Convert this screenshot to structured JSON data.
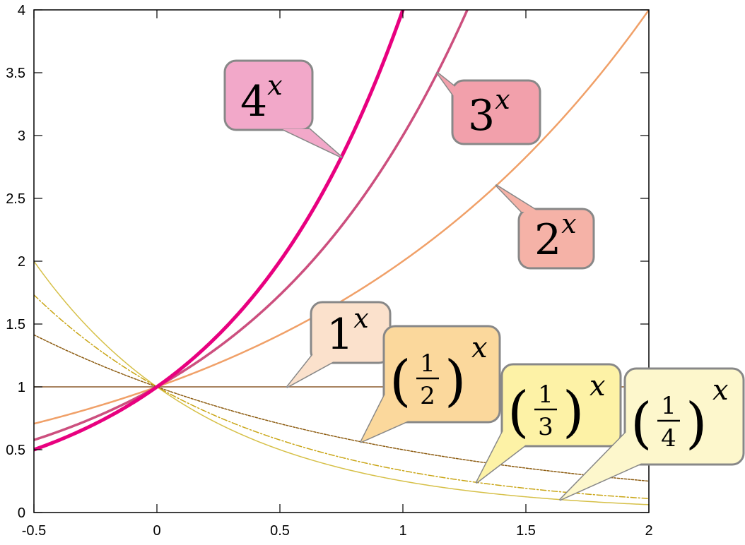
{
  "chart_data": {
    "type": "line",
    "title": "",
    "xlabel": "",
    "ylabel": "",
    "xlim": [
      -0.5,
      2
    ],
    "ylim": [
      0,
      4
    ],
    "grid": false,
    "legend": "none",
    "x_ticks": [
      "-0.5",
      "0",
      "0.5",
      "1",
      "1.5",
      "2"
    ],
    "x_tick_values": [
      -0.5,
      0,
      0.5,
      1,
      1.5,
      2
    ],
    "y_ticks": [
      "0",
      "0.5",
      "1",
      "1.5",
      "2",
      "2.5",
      "3",
      "3.5",
      "4"
    ],
    "y_tick_values": [
      0,
      0.5,
      1,
      1.5,
      2,
      2.5,
      3,
      3.5,
      4
    ],
    "x": [
      -0.5,
      -0.25,
      0,
      0.25,
      0.5,
      0.75,
      1,
      1.25,
      1.5,
      1.75,
      2
    ],
    "series": [
      {
        "base": 4,
        "values": [
          0.5,
          0.707,
          1,
          1.414,
          2,
          2.828,
          4
        ],
        "color": "#e8007f",
        "width": 5,
        "dash": "",
        "label_base": "4",
        "label_exp": "x",
        "callout_color": "#f2a8c9",
        "anchor_x": 0.75
      },
      {
        "base": 3,
        "values": [
          0.577,
          0.76,
          1,
          1.316,
          1.732,
          2.28,
          3,
          3.948
        ],
        "color": "#cc4f7e",
        "width": 3.5,
        "dash": "",
        "label_base": "3",
        "label_exp": "x",
        "callout_color": "#f2a0ab",
        "anchor_x": 1.14
      },
      {
        "base": 2,
        "values": [
          0.707,
          0.841,
          1,
          1.189,
          1.414,
          1.682,
          2,
          2.378,
          2.828,
          3.364,
          4
        ],
        "color": "#f0a068",
        "width": 2.5,
        "dash": "",
        "label_base": "2",
        "label_exp": "x",
        "callout_color": "#f5b2a7",
        "anchor_x": 1.38
      },
      {
        "base": 1,
        "values": [
          1,
          1,
          1,
          1,
          1,
          1,
          1,
          1,
          1,
          1,
          1
        ],
        "color": "#8a5a2b",
        "width": 1.5,
        "dash": "",
        "label_base": "1",
        "label_exp": "x",
        "callout_color": "#fbe1cc",
        "anchor_x": 0.53
      },
      {
        "base": 0.5,
        "values": [
          1.414,
          1.189,
          1,
          0.841,
          0.707,
          0.595,
          0.5,
          0.42,
          0.354,
          0.297,
          0.25
        ],
        "color": "#8b5a0e",
        "width": 1.5,
        "dash": "3,2",
        "label_num": "1",
        "label_den": "2",
        "label_exp": "x",
        "callout_color": "#fbd89c",
        "anchor_x": 0.83
      },
      {
        "base": 0.3333,
        "values": [
          1.732,
          1.316,
          1,
          0.76,
          0.577,
          0.439,
          0.333,
          0.253,
          0.192,
          0.146,
          0.111
        ],
        "color": "#c9a515",
        "width": 1.5,
        "dash": "8,3,2,3",
        "label_num": "1",
        "label_den": "3",
        "label_exp": "x",
        "callout_color": "#fdf2a6",
        "anchor_x": 1.3
      },
      {
        "base": 0.25,
        "values": [
          2,
          1.414,
          1,
          0.707,
          0.5,
          0.354,
          0.25,
          0.177,
          0.125,
          0.088,
          0.0625
        ],
        "color": "#d6c048",
        "width": 1.5,
        "dash": "",
        "label_num": "1",
        "label_den": "4",
        "label_exp": "x",
        "callout_color": "#fdf7cc",
        "anchor_x": 1.64
      }
    ],
    "callouts": [
      {
        "name": "callout-4x",
        "text_base": "4",
        "text_exp": "x",
        "color": "#f2a8c9"
      },
      {
        "name": "callout-3x",
        "text_base": "3",
        "text_exp": "x",
        "color": "#f2a0ab"
      },
      {
        "name": "callout-2x",
        "text_base": "2",
        "text_exp": "x",
        "color": "#f5b2a7"
      },
      {
        "name": "callout-1x",
        "text_base": "1",
        "text_exp": "x",
        "color": "#fbe1cc"
      },
      {
        "name": "callout-half-x",
        "num": "1",
        "den": "2",
        "text_exp": "x",
        "color": "#fbd89c"
      },
      {
        "name": "callout-third-x",
        "num": "1",
        "den": "3",
        "text_exp": "x",
        "color": "#fdf2a6"
      },
      {
        "name": "callout-quarter-x",
        "num": "1",
        "den": "4",
        "text_exp": "x",
        "color": "#fdf7cc"
      }
    ]
  }
}
